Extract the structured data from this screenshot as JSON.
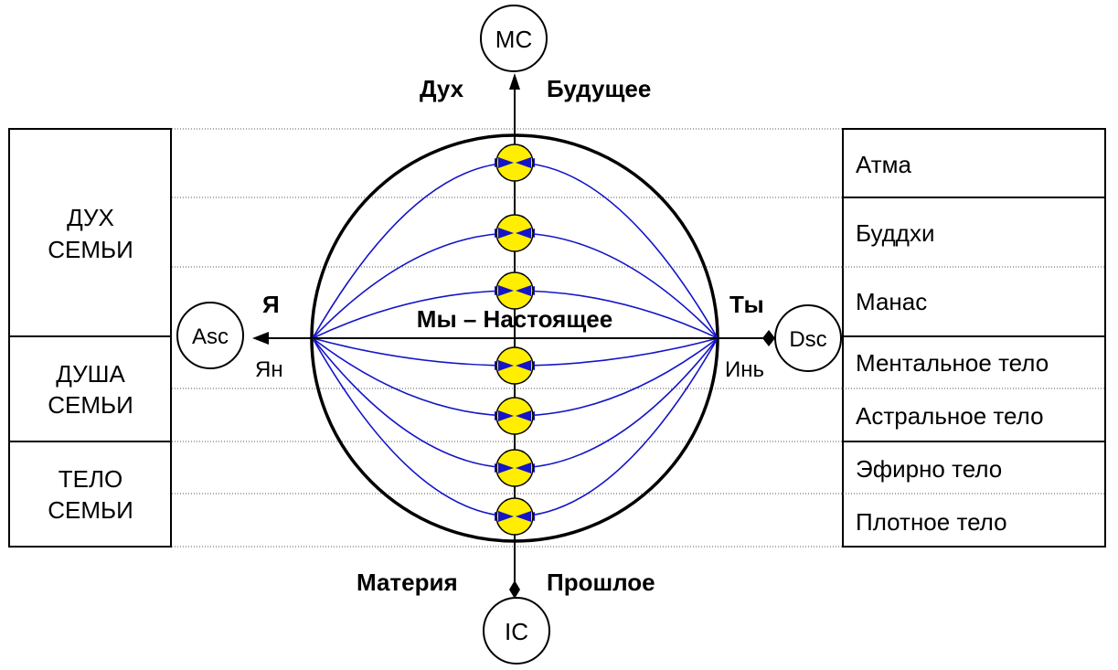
{
  "vertical_axis": {
    "top_node": "MC",
    "bottom_node": "IC",
    "top_left_label": "Дух",
    "top_right_label": "Будущее",
    "bottom_left_label": "Материя",
    "bottom_right_label": "Прошлое"
  },
  "horizontal_axis": {
    "left_node": "Asc",
    "right_node": "Dsc",
    "left_label_top": "Я",
    "left_label_bottom": "Ян",
    "right_label_top": "Ты",
    "right_label_bottom": "Инь",
    "center_label": "Мы – Настоящее"
  },
  "left_groups": [
    {
      "line1": "ДУХ",
      "line2": "СЕМЬИ"
    },
    {
      "line1": "ДУША",
      "line2": "СЕМЬИ"
    },
    {
      "line1": "ТЕЛО",
      "line2": "СЕМЬИ"
    }
  ],
  "right_levels": [
    "Атма",
    "Буддхи",
    "Манас",
    "Ментальное тело",
    "Астральное тело",
    "Эфирно тело",
    "Плотное тело"
  ],
  "colors": {
    "curve": "#1414c8",
    "node_fill": "#ffee00",
    "line": "#000000"
  }
}
